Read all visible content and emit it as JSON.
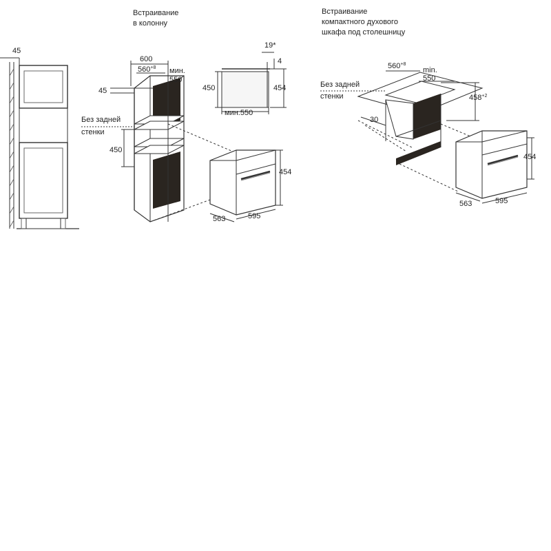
{
  "headings": {
    "column": [
      "Встраивание",
      "в колонну"
    ],
    "undercounter": [
      "Встраивание",
      "компактного духового",
      "шкафа под столешницу"
    ]
  },
  "notes": {
    "no_back_wall_left": [
      "Без задней",
      "стенки"
    ],
    "no_back_wall_right": [
      "Без задней",
      "стенки"
    ]
  },
  "dims_left_elevation": {
    "wall_gap": "45"
  },
  "dims_column": {
    "width": "600",
    "niche_width": "560",
    "niche_width_tol": "+8",
    "min_depth_label": "мин.",
    "min_depth": "550",
    "shelf_offset": "45",
    "niche_height": "450"
  },
  "dims_section": {
    "gap": "19*",
    "top_gap": "4",
    "height_inner": "450",
    "height_outer": "454",
    "min_depth": "мин.550"
  },
  "dims_oven_left": {
    "height": "454",
    "depth": "563",
    "width": "595"
  },
  "dims_undercounter": {
    "niche_width": "560",
    "niche_width_tol": "+8",
    "min_depth_label": "min.",
    "min_depth": "550",
    "niche_height": "458",
    "niche_height_tol": "+2",
    "front_gap": "30"
  },
  "dims_oven_right": {
    "height": "454",
    "depth": "563",
    "width": "595"
  },
  "colors": {
    "line": "#333333",
    "niche": "#2a2520",
    "panel": "#f6f6f6"
  }
}
